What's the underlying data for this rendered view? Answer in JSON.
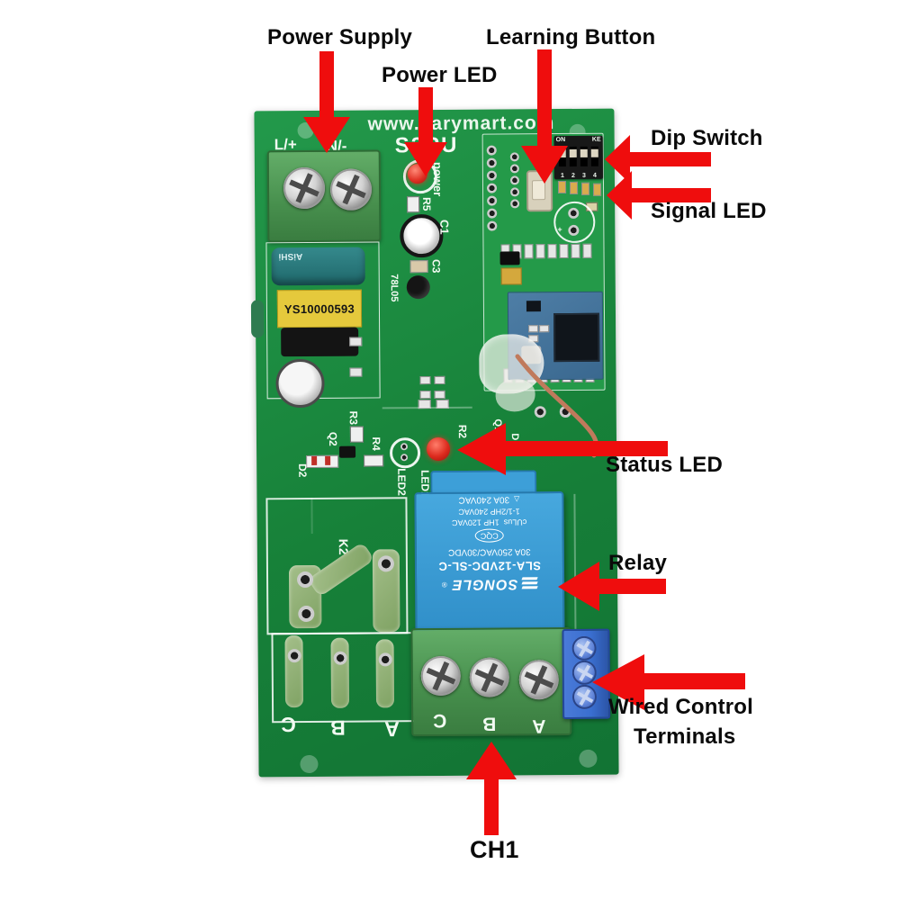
{
  "annotations": {
    "power_supply": "Power Supply",
    "power_led": "Power LED",
    "learning_button": "Learning Button",
    "dip_switch": "Dip Switch",
    "signal_led": "Signal LED",
    "status_led": "Status LED",
    "relay": "Relay",
    "wired_control_line1": "Wired Control",
    "wired_control_line2": "Terminals",
    "ch1": "CH1"
  },
  "board": {
    "website": "www.carymart.com",
    "model": "S2PU",
    "power_terminals": {
      "live": "L/+",
      "neutral": "N/-"
    },
    "power_module": {
      "transformer": "YS10000593",
      "capacitor_brand": "AiSHi"
    },
    "silkscreen": {
      "power": "power",
      "r5": "R5",
      "c1": "C1",
      "c3": "C3",
      "regulator": "78L05",
      "r2": "R2",
      "r3": "R3",
      "r4": "R4",
      "q1": "Q1",
      "q2": "Q2",
      "d1": "D1",
      "d2": "D2",
      "led1": "LED1",
      "led2": "LED2",
      "k2": "K2",
      "buzzer_plus": "+"
    },
    "dip_switch": {
      "on": "ON",
      "brand": "KE",
      "positions": [
        "1",
        "2",
        "3",
        "4"
      ]
    },
    "relay": {
      "brand": "SONGLE",
      "reg": "®",
      "model": "SLA-12VDC-SL-C",
      "rating": "30A 250VAC/30VDC",
      "cert_cqc": "CQC",
      "cert_ul": "cULus",
      "vde_mark": "△",
      "line_120": "1HP 120VAC",
      "line_240hp": "1-1/2HP 240VAC",
      "line_240": "30A 240VAC"
    },
    "output_terminal_labels": [
      "C",
      "B",
      "A"
    ],
    "spare_contact_labels": [
      "C",
      "B",
      "A"
    ]
  },
  "colors": {
    "board_green": "#1d9040",
    "annotation_red": "#ef0d0d",
    "relay_blue": "#3b9bd5",
    "terminal_green": "#55a05a",
    "wired_terminal_blue": "#3a6fd0"
  }
}
